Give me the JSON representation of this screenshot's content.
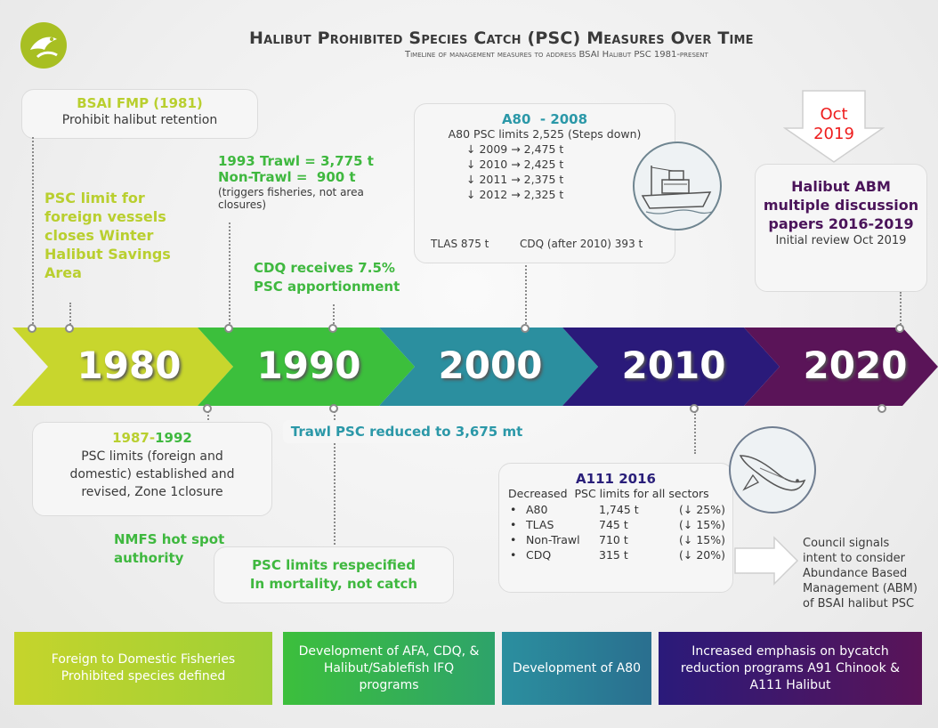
{
  "header": {
    "title": "Halibut Prohibited Species Catch (PSC) Measures Over Time",
    "subtitle": "Timeline of management measures to address BSAI Halibut PSC 1981-present"
  },
  "decades": [
    "1980",
    "1990",
    "2000",
    "2010",
    "2020"
  ],
  "colors": {
    "d1980": "#c8d62d",
    "d1990": "#3cbf3c",
    "d2000": "#2b8f9f",
    "d2010": "#2a1a7a",
    "d2020": "#5a1458"
  },
  "top": {
    "bsai": {
      "title": "BSAI FMP (1981)",
      "text": "Prohibit halibut retention"
    },
    "foreign": [
      "PSC limit for",
      "foreign vessels",
      "closes Winter",
      "Halibut Savings",
      "Area"
    ],
    "trawl1993": {
      "l1": "1993 Trawl = 3,775 t",
      "l2": "Non-Trawl =  900 t",
      "note1": "(triggers fisheries, not area",
      "note2": "closures)"
    },
    "cdq": {
      "l1": "CDQ receives 7.5%",
      "l2": "PSC apportionment"
    },
    "a80": {
      "title": "A80  - 2008",
      "line": "A80 PSC limits 2,525 (Steps down)",
      "steps": [
        "↓ 2009 → 2,475 t",
        "↓ 2010 → 2,425 t",
        "↓ 2011 → 2,375 t",
        "↓ 2012 → 2,325 t"
      ],
      "tlas": "TLAS 875 t",
      "cdq": "CDQ (after 2010) 393 t"
    },
    "oct": {
      "l1": "Oct",
      "l2": "2019"
    },
    "abm": {
      "l1": "Halibut ABM",
      "l2": "multiple discussion",
      "l3": "papers 2016-2019",
      "note": "Initial review Oct 2019"
    }
  },
  "bottom": {
    "psc8792": {
      "y1": "1987-",
      "y2": "1992",
      "lines": [
        "PSC limits (foreign and",
        "domestic) established and",
        "revised, Zone 1closure"
      ]
    },
    "nmfs": [
      "NMFS hot spot",
      "authority"
    ],
    "trawlReduced": "Trawl PSC reduced to 3,675 mt",
    "respecified": [
      "PSC limits respecified",
      "In mortality, not catch"
    ],
    "a111": {
      "title": "A111 2016",
      "sub": "Decreased  PSC limits for all sectors",
      "rows": [
        {
          "b": "•",
          "name": "A80",
          "val": "1,745 t",
          "pct": "(↓ 25%)"
        },
        {
          "b": "•",
          "name": "TLAS",
          "val": "745 t",
          "pct": "(↓ 15%)"
        },
        {
          "b": "•",
          "name": "Non-Trawl",
          "val": "710 t",
          "pct": "(↓ 15%)"
        },
        {
          "b": "•",
          "name": "CDQ",
          "val": "315 t",
          "pct": "(↓ 20%)"
        }
      ]
    },
    "council": [
      "Council signals",
      "intent to consider",
      "Abundance Based",
      "Management (ABM)",
      "of BSAI halibut PSC"
    ]
  },
  "bands": [
    {
      "l1": "Foreign to Domestic Fisheries",
      "l2": "Prohibited species defined"
    },
    {
      "l1": "Development of AFA, CDQ, &",
      "l2": "Halibut/Sablefish IFQ",
      "l3": "programs"
    },
    {
      "l1": "Development of A80"
    },
    {
      "l1": "Increased emphasis on bycatch",
      "l2": "reduction programs A91 Chinook &",
      "l3": "A111 Halibut"
    }
  ],
  "icons": {
    "logo": "fish-logo-icon",
    "boat": "fishing-vessel-icon",
    "halibut": "halibut-fish-icon",
    "downArrow": "down-arrow-icon",
    "rightArrow": "right-arrow-icon"
  }
}
